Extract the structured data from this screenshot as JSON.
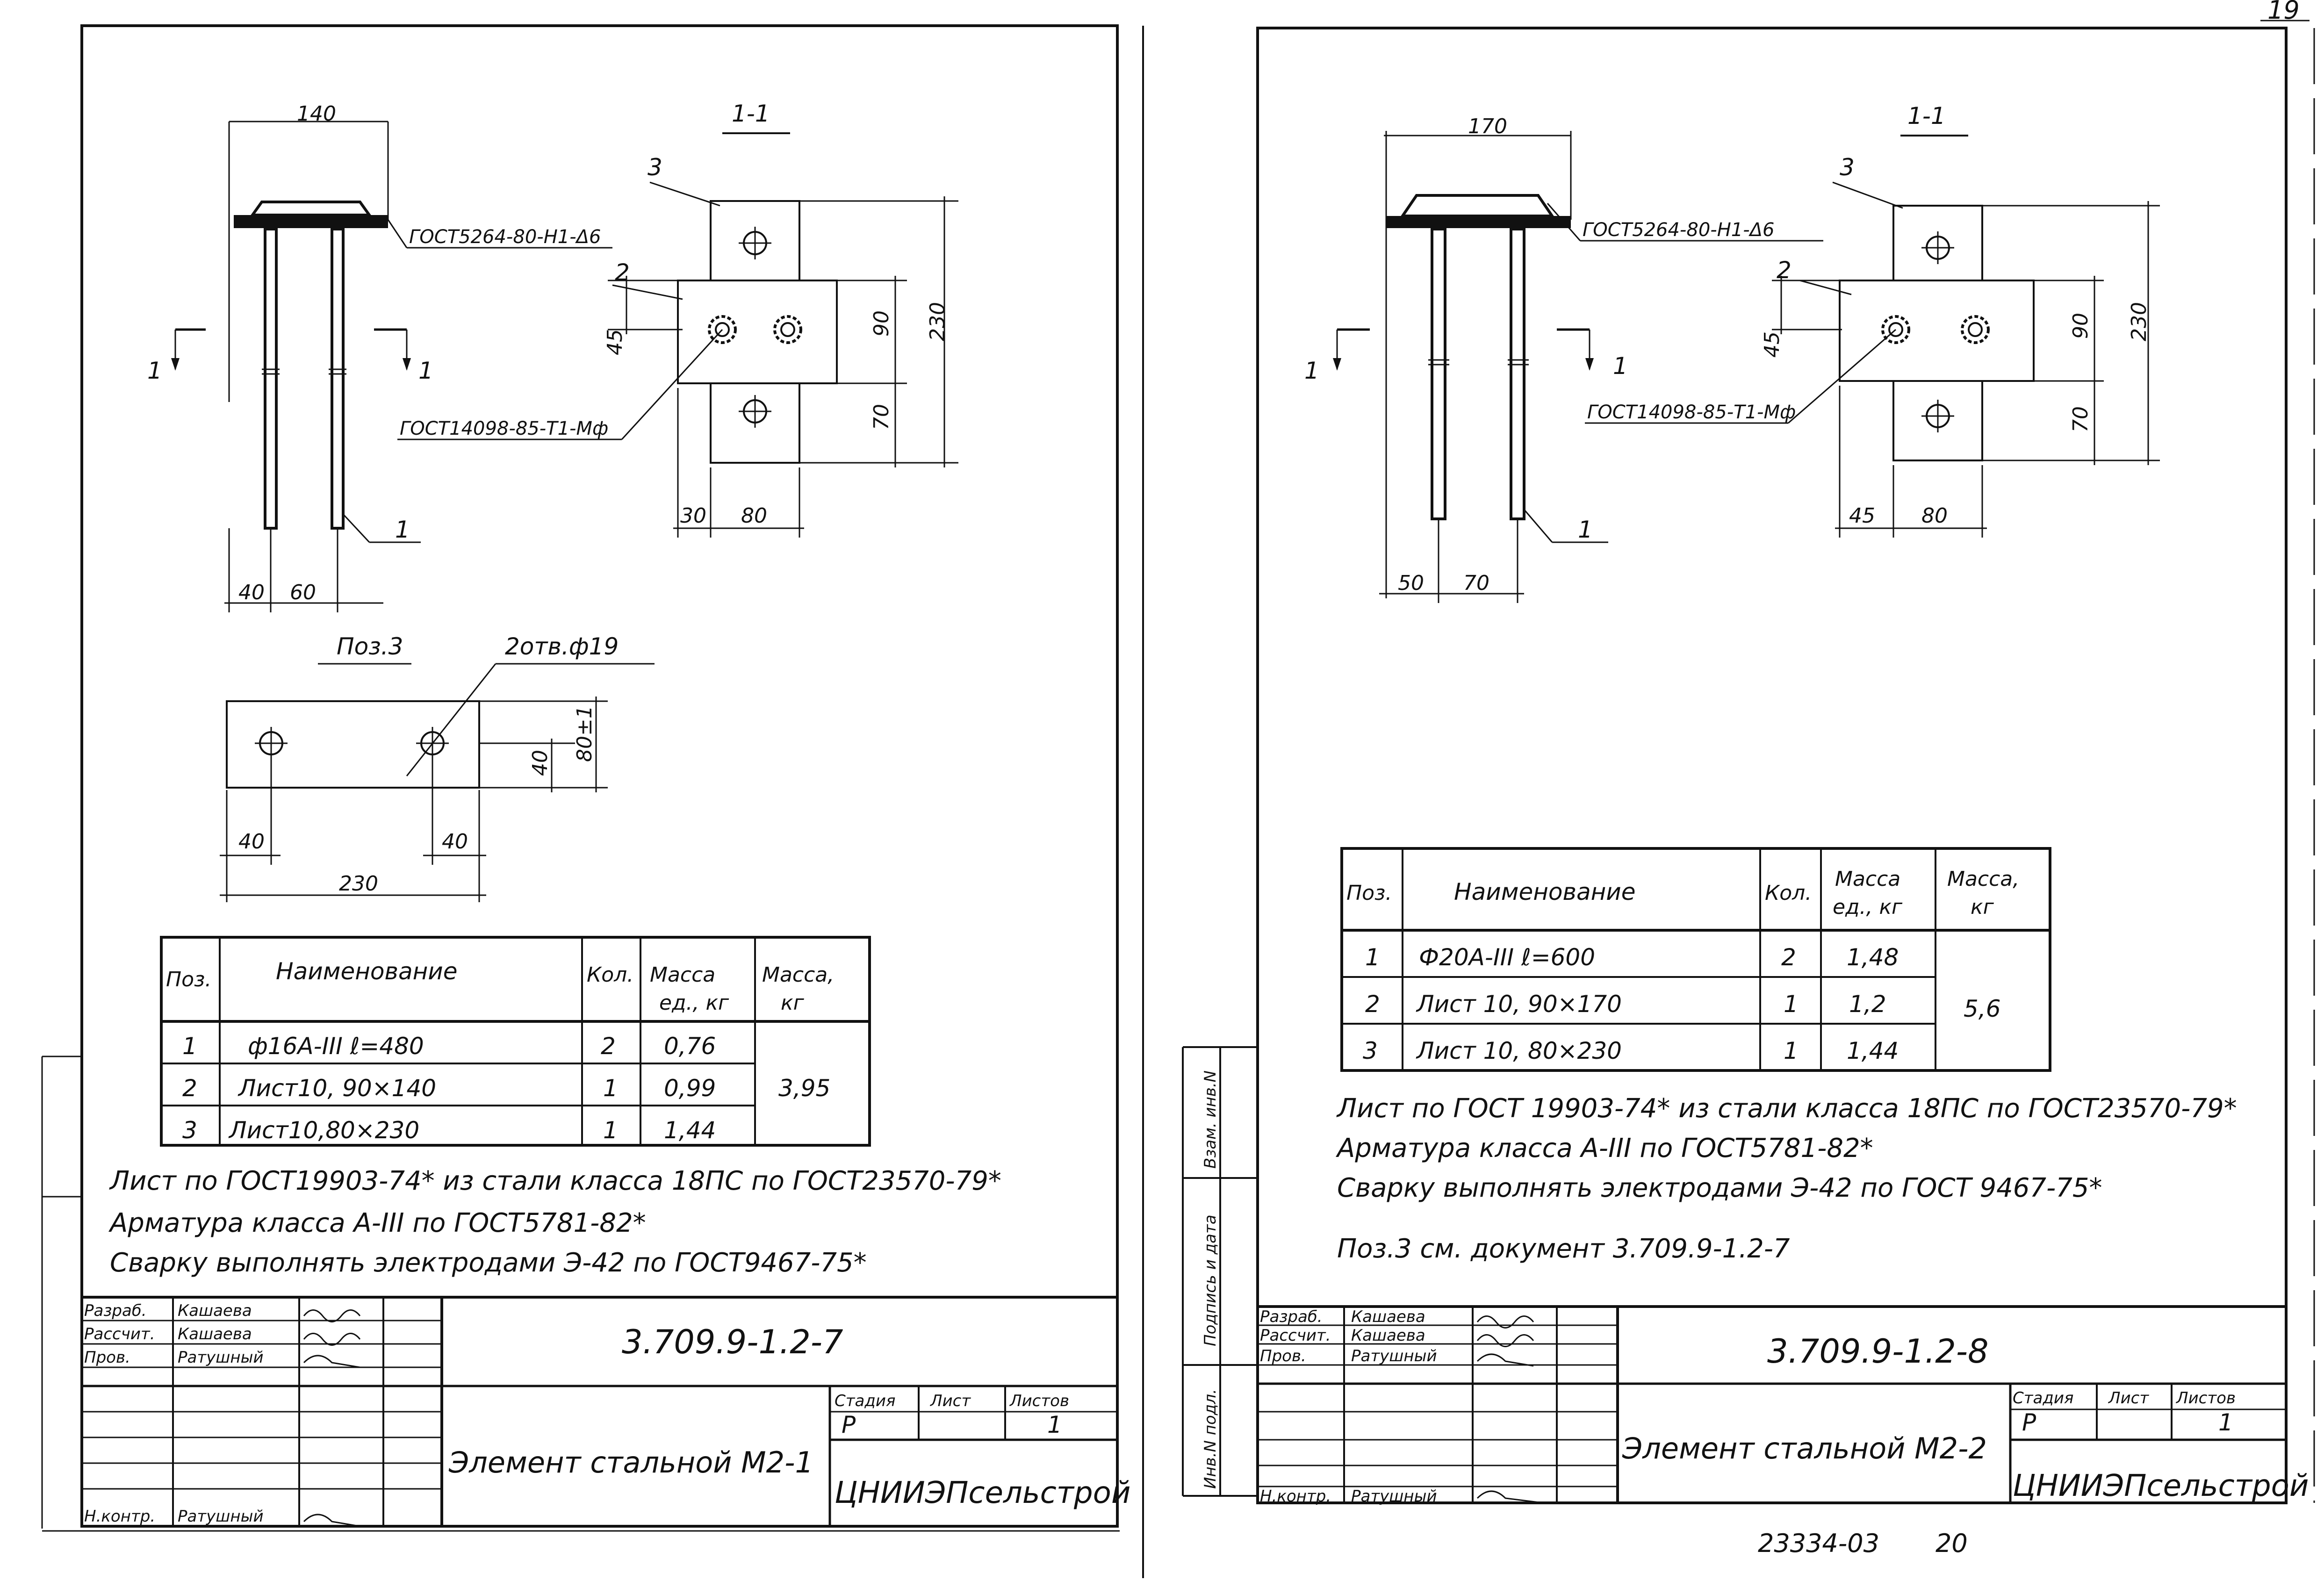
{
  "page_number": "19",
  "bottom_codes": {
    "archive": "23334-03",
    "page": "20"
  },
  "side_stamp": {
    "cols": [
      "Инв.N подл.",
      "Подпись и дата",
      "Взам. инв.N"
    ]
  },
  "left": {
    "drawing": {
      "width_dim": "140",
      "dim_bottom_a": "40",
      "dim_bottom_b": "60",
      "section_mark": "1",
      "section_title": "1-1",
      "callout_1": "1",
      "callout_2": "2",
      "callout_3": "3",
      "gost_weld_top": "ГОСТ5264-80-Н1-Δ6",
      "gost_weld_side": "ГОСТ14098-85-Т1-Мф",
      "dim_45": "45",
      "dim_90": "90",
      "dim_230": "230",
      "dim_70": "70",
      "dim_30": "30",
      "dim_80": "80"
    },
    "pos3": {
      "title": "Поз.3",
      "holes": "2отв.ф19",
      "dim_40_v": "40",
      "dim_80_tol": "80±1",
      "dim_40_a": "40",
      "dim_40_b": "40",
      "dim_230": "230"
    },
    "table": {
      "headers": [
        "Поз.",
        "Наименование",
        "Кол.",
        "Масса ед., кг",
        "Масса, кг"
      ],
      "rows": [
        {
          "pos": "1",
          "name": "ф16А-III ℓ=480",
          "qty": "2",
          "mass": "0,76"
        },
        {
          "pos": "2",
          "name": "Лист10, 90×140",
          "qty": "1",
          "mass": "0,99"
        },
        {
          "pos": "3",
          "name": "Лист10,80×230",
          "qty": "1",
          "mass": "1,44"
        }
      ],
      "total": "3,95"
    },
    "notes": [
      "Лист по ГОСТ19903-74* из стали класса 18ПС по ГОСТ23570-79*",
      "Арматура класса А-III по ГОСТ5781-82*",
      "Сварку выполнять электродами Э-42 по ГОСТ9467-75*"
    ],
    "titleblock": {
      "roles": [
        "Разраб.",
        "Рассчит.",
        "Пров.",
        "Н.контр."
      ],
      "names": [
        "Кашаева",
        "Кашаева",
        "Ратушный",
        "Ратушный"
      ],
      "code": "3.709.9-1.2-7",
      "title": "Элемент стальной М2-1",
      "stage_label": "Стадия",
      "sheet_label": "Лист",
      "sheets_label": "Листов",
      "stage": "Р",
      "sheets": "1",
      "org": "ЦНИИЭПсельстрой"
    }
  },
  "right": {
    "drawing": {
      "width_dim": "170",
      "dim_bottom_a": "50",
      "dim_bottom_b": "70",
      "section_mark": "1",
      "section_title": "1-1",
      "callout_1": "1",
      "callout_2": "2",
      "callout_3": "3",
      "gost_weld_top": "ГОСТ5264-80-Н1-Δ6",
      "gost_weld_side": "ГОСТ14098-85-Т1-Мф",
      "dim_45": "45",
      "dim_90": "90",
      "dim_230": "230",
      "dim_70": "70",
      "dim_45b": "45",
      "dim_80": "80"
    },
    "table": {
      "headers": [
        "Поз.",
        "Наименование",
        "Кол.",
        "Масса ед., кг",
        "Масса, кг"
      ],
      "rows": [
        {
          "pos": "1",
          "name": "Ф20А-III ℓ=600",
          "qty": "2",
          "mass": "1,48"
        },
        {
          "pos": "2",
          "name": "Лист 10, 90×170",
          "qty": "1",
          "mass": "1,2"
        },
        {
          "pos": "3",
          "name": "Лист 10, 80×230",
          "qty": "1",
          "mass": "1,44"
        }
      ],
      "total": "5,6"
    },
    "notes": [
      "Лист по ГОСТ 19903-74* из стали класса 18ПС по ГОСТ23570-79*",
      "Арматура класса А-III по ГОСТ5781-82*",
      "Сварку выполнять электродами Э-42 по ГОСТ 9467-75*",
      "Поз.3 см. документ 3.709.9-1.2-7"
    ],
    "titleblock": {
      "roles": [
        "Разраб.",
        "Рассчит.",
        "Пров.",
        "Н.контр."
      ],
      "names": [
        "Кашаева",
        "Кашаева",
        "Ратушный",
        "Ратушный"
      ],
      "code": "3.709.9-1.2-8",
      "title": "Элемент стальной М2-2",
      "stage_label": "Стадия",
      "sheet_label": "Лист",
      "sheets_label": "Листов",
      "stage": "Р",
      "sheets": "1",
      "org": "ЦНИИЭПсельстрой"
    }
  }
}
